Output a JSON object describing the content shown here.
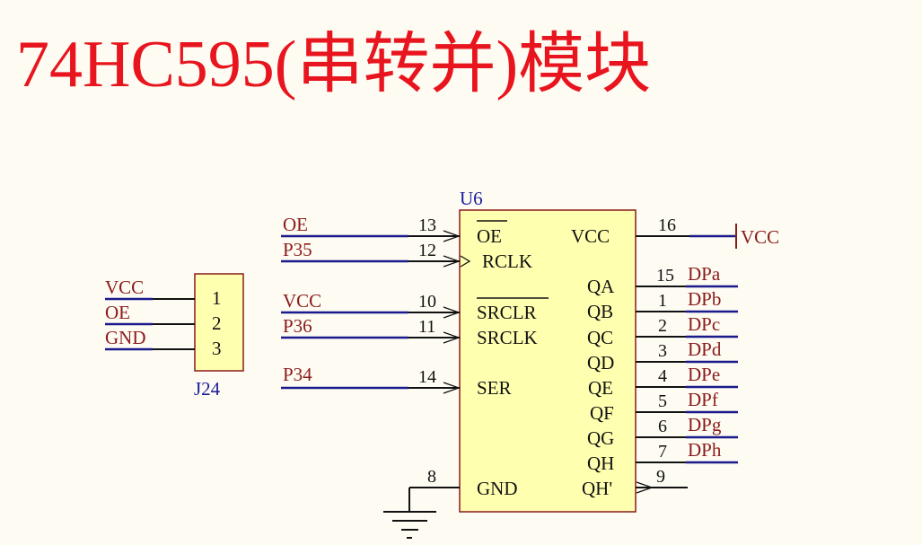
{
  "title": "74HC595(串转并)模块",
  "colors": {
    "title": "#e8141e",
    "wire": "#1a1a8c",
    "net_label": "#8b1a1a",
    "component_fill": "#ffffb0",
    "component_border": "#8b1a1a",
    "designator": "#1c1c9c",
    "pin_text": "#111111"
  },
  "connector": {
    "designator": "J24",
    "pin_numbers": [
      "1",
      "2",
      "3"
    ],
    "nets": [
      "VCC",
      "OE",
      "GND"
    ]
  },
  "ic": {
    "designator": "U6",
    "left_pins": [
      {
        "num": "13",
        "name": "OE",
        "overbar": true,
        "net": "OE"
      },
      {
        "num": "12",
        "name": "RCLK",
        "clock": true,
        "net": "P35"
      },
      {
        "num": "10",
        "name": "SRCLR",
        "overbar": true,
        "net": "VCC"
      },
      {
        "num": "11",
        "name": "SRCLK",
        "net": "P36"
      },
      {
        "num": "14",
        "name": "SER",
        "net": "P34"
      },
      {
        "num": "8",
        "name": "GND",
        "net": ""
      }
    ],
    "right_pins": [
      {
        "num": "16",
        "name": "VCC",
        "net": "VCC"
      },
      {
        "num": "15",
        "name": "QA",
        "net": "DPa"
      },
      {
        "num": "1",
        "name": "QB",
        "net": "DPb"
      },
      {
        "num": "2",
        "name": "QC",
        "net": "DPc"
      },
      {
        "num": "",
        "name": "QD",
        "net": ""
      },
      {
        "num": "3",
        "name": "QD",
        "net": "DPd"
      },
      {
        "num": "4",
        "name": "QE",
        "net": "DPe"
      },
      {
        "num": "5",
        "name": "QF",
        "net": "DPf"
      },
      {
        "num": "6",
        "name": "QG",
        "net": "DPg"
      },
      {
        "num": "7",
        "name": "QH",
        "net": "DPh"
      },
      {
        "num": "9",
        "name": "QH'",
        "net": ""
      }
    ]
  },
  "labels": {
    "qa": "QA",
    "qb": "QB",
    "qc": "QC",
    "qd": "QD",
    "qe": "QE",
    "qf": "QF",
    "qg": "QG",
    "qh": "QH",
    "qhp": "QH'",
    "vcc_pin": "VCC",
    "gnd_pin": "GND",
    "oe_pin": "OE",
    "rclk_pin": "RCLK",
    "srclr_pin": "SRCLR",
    "srclk_pin": "SRCLK",
    "ser_pin": "SER",
    "n13": "13",
    "n12": "12",
    "n10": "10",
    "n11": "11",
    "n14": "14",
    "n8": "8",
    "n16": "16",
    "n15": "15",
    "n1": "1",
    "n2": "2",
    "n3": "3",
    "n4": "4",
    "n5": "5",
    "n6": "6",
    "n7": "7",
    "n9": "9",
    "net_oe": "OE",
    "net_p35": "P35",
    "net_vcc": "VCC",
    "net_p36": "P36",
    "net_p34": "P34",
    "net_vcc_out": "VCC",
    "net_dpa": "DPa",
    "net_dpb": "DPb",
    "net_dpc": "DPc",
    "net_dpd": "DPd",
    "net_dpe": "DPe",
    "net_dpf": "DPf",
    "net_dpg": "DPg",
    "net_dph": "DPh",
    "j_vcc": "VCC",
    "j_oe": "OE",
    "j_gnd": "GND",
    "j_p1": "1",
    "j_p2": "2",
    "j_p3": "3"
  }
}
